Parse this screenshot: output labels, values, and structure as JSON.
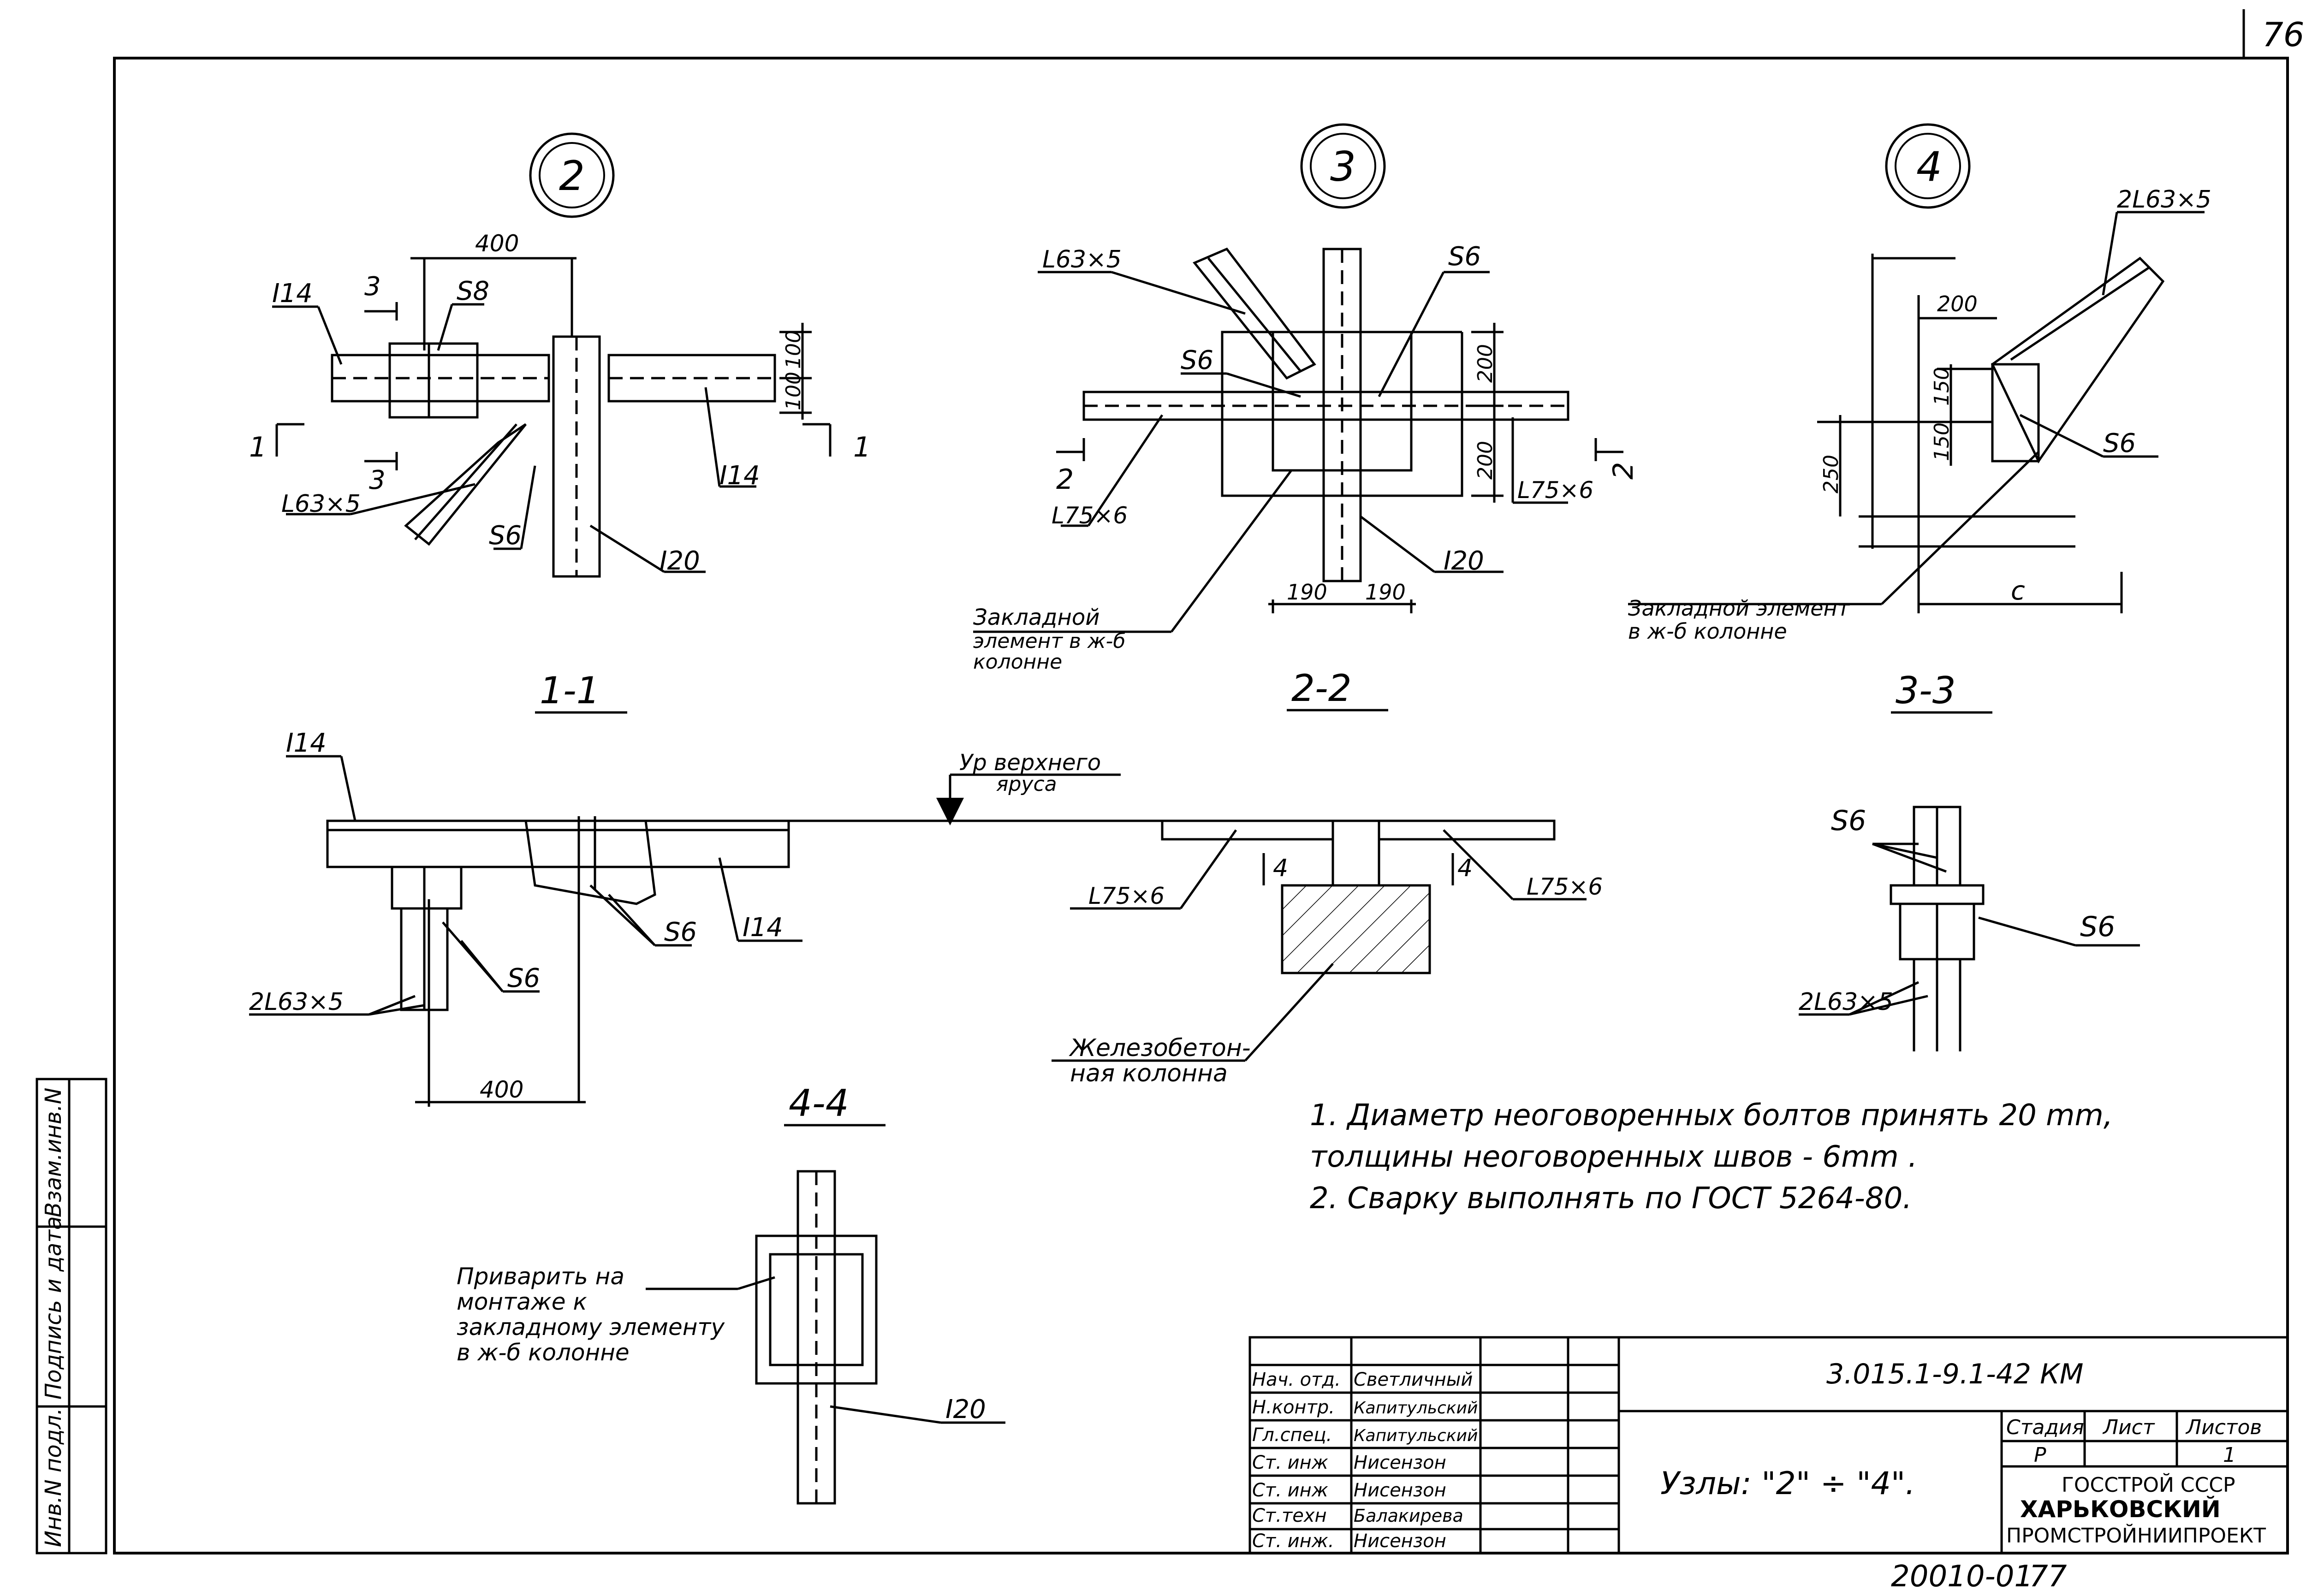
{
  "sheet": {
    "page_number": "76",
    "bottom_code": "20010-01",
    "bottom_page": "77"
  },
  "node_markers": [
    "2",
    "3",
    "4"
  ],
  "section_titles": [
    "1-1",
    "2-2",
    "3-3",
    "4-4"
  ],
  "node2": {
    "label_i14_left": "I14",
    "label_i14_right": "I14",
    "label_s8": "S8",
    "label_l63": "L63×5",
    "label_s6": "S6",
    "label_i20": "I20",
    "dim_400": "400",
    "dim_100_top": "100",
    "dim_100_bottom": "100",
    "cut_1_left": "1",
    "cut_1_right": "1",
    "cut_3_top": "3",
    "cut_3_bottom": "3"
  },
  "node3": {
    "label_l63": "L63×5",
    "label_s6_top": "S6",
    "label_s6_left": "S6",
    "label_l75_left": "L75×6",
    "label_l75_right": "L75×6",
    "label_i20": "I20",
    "dim_200_top": "200",
    "dim_200_bottom": "200",
    "dim_190_left": "190",
    "dim_190_right": "190",
    "cut_2_left": "2",
    "cut_2_right": "2",
    "embedded_note_line1": "Закладной",
    "embedded_note_line2": "элемент в ж-б",
    "embedded_note_line3": "колонне"
  },
  "node4": {
    "label_2l63": "2L63×5",
    "label_s6": "S6",
    "dim_200": "200",
    "dim_150_top": "150",
    "dim_150_bottom": "150",
    "dim_250": "250",
    "dim_c": "c",
    "embedded_note_line1": "Закладной элемент",
    "embedded_note_line2": "в ж-б колонне"
  },
  "section11": {
    "label_i14_left": "I14",
    "label_i14_right": "I14",
    "label_s6_center": "S6",
    "label_s6_left": "S6",
    "label_2l63": "2L63×5",
    "dim_400": "400",
    "level_line1": "Ур верхнего",
    "level_line2": "яруса"
  },
  "section22": {
    "label_l75_left": "L75×6",
    "label_l75_right": "L75×6",
    "dim_4_left": "4",
    "dim_4_right": "4",
    "column_line1": "Железобетон-",
    "column_line2": "ная колонна"
  },
  "section33": {
    "label_s6_top": "S6",
    "label_s6_right": "S6",
    "label_2l63": "2L63×5"
  },
  "section44": {
    "label_i20": "I20",
    "weld_note_line1": "Приварить на",
    "weld_note_line2": "монтаже к",
    "weld_note_line3": "закладному элементу",
    "weld_note_line4": "в ж-б колонне"
  },
  "notes": [
    "1. Диаметр     неоговоренных  болтов  принять  20 mm,",
    "    толщины     неоговоренных     швов - 6mm .",
    "2. Сварку  выполнять  по  ГОСТ 5264-80."
  ],
  "side_stamp": [
    "Инв.N подл.",
    "Подпись и дата",
    "Взам.инв.N"
  ],
  "title_block": {
    "doc_code": "3.015.1-9.1-42 КМ",
    "title": "Узлы: \"2\" ÷ \"4\".",
    "stage_header": "Стадия",
    "sheet_header": "Лист",
    "sheets_header": "Листов",
    "stage": "Р",
    "sheets_total": "1",
    "org_line1": "ГОССТРОЙ СССР",
    "org_line2": "ХАРЬКОВСКИЙ",
    "org_line3": "ПРОМСТРОЙНИИПРОЕКТ",
    "roles": [
      {
        "role": "Нач. отд.",
        "name": "Светличный"
      },
      {
        "role": "Н.контр.",
        "name": "Капитульский"
      },
      {
        "role": "Гл.спец.",
        "name": "Капитульский"
      },
      {
        "role": "Ст. инж",
        "name": "Нисензон"
      },
      {
        "role": "Ст. инж",
        "name": "Нисензон"
      },
      {
        "role": "Ст.техн",
        "name": "Балакирева"
      },
      {
        "role": "Ст. инж.",
        "name": "Нисензон"
      }
    ]
  }
}
